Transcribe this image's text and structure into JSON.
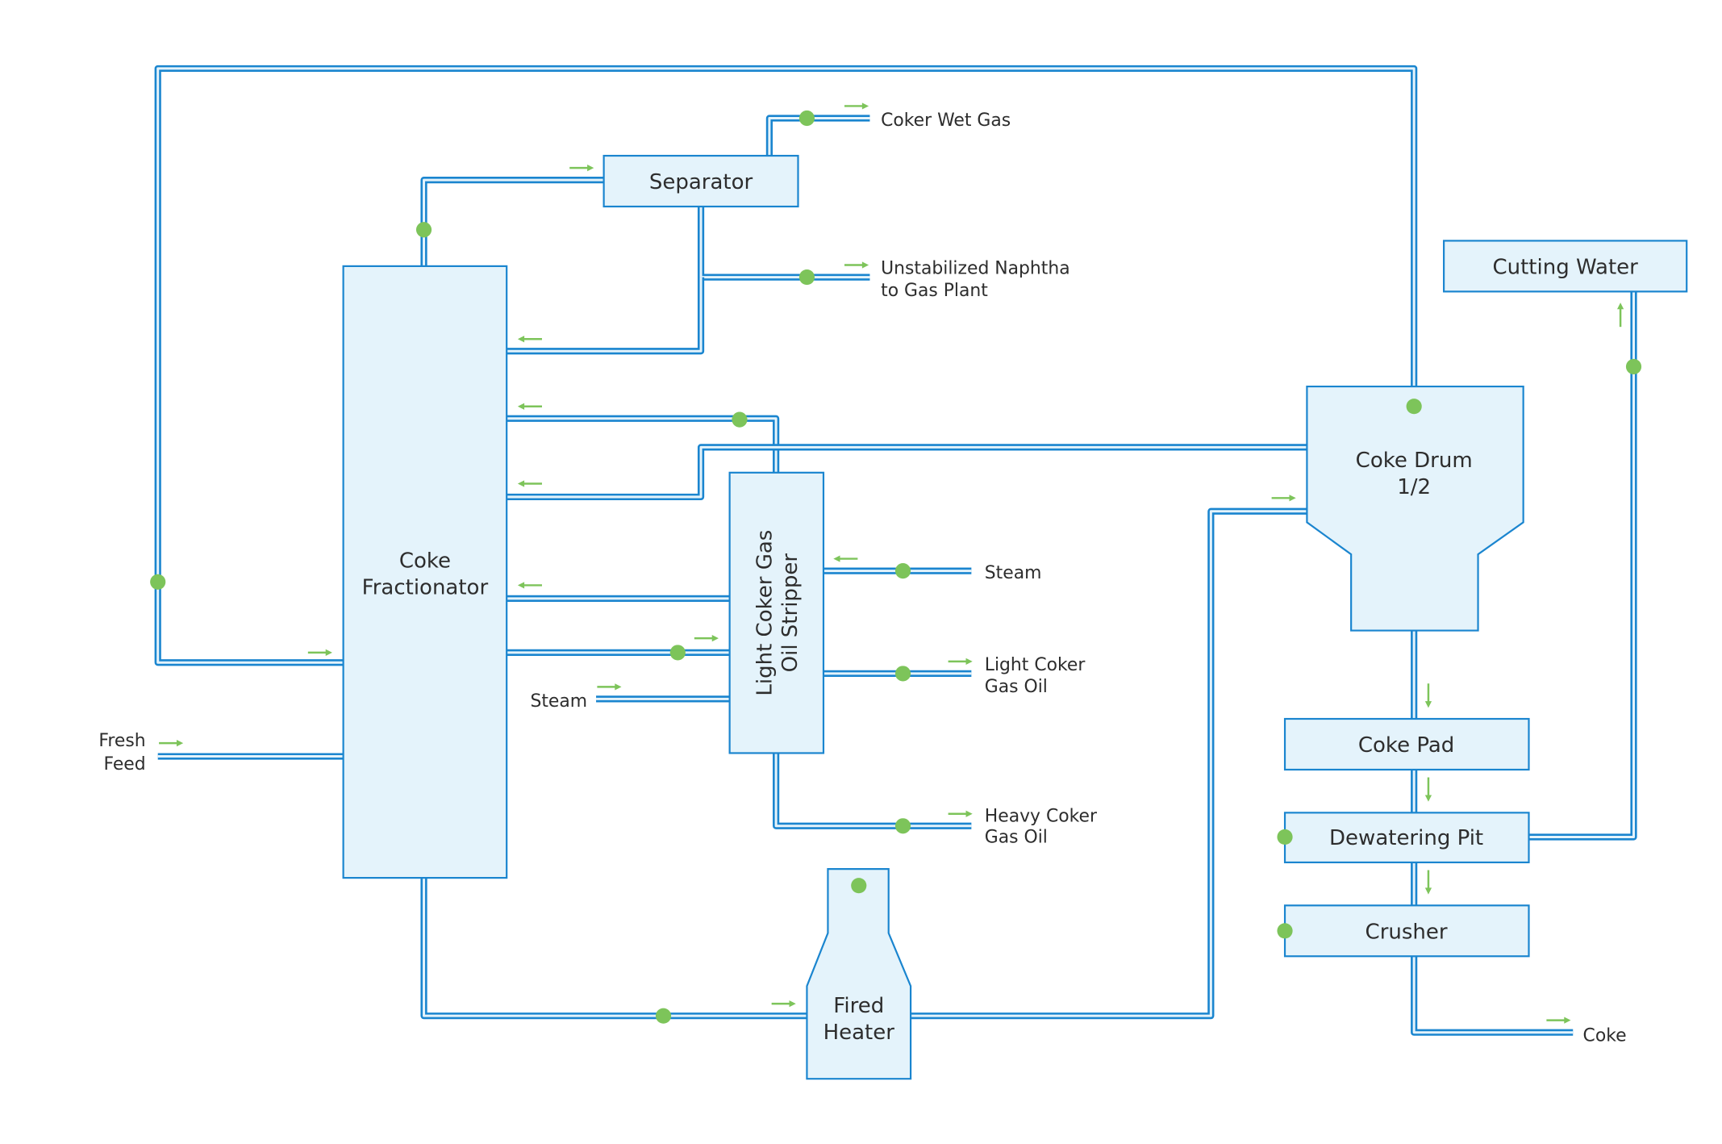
{
  "units": {
    "fractionator": [
      "Coke",
      "Fractionator"
    ],
    "separator": "Separator",
    "stripper": [
      "Light Coker Gas",
      "Oil Stripper"
    ],
    "coke_drum": [
      "Coke Drum",
      "1/2"
    ],
    "fired_heater": [
      "Fired",
      "Heater"
    ],
    "cutting_water": "Cutting Water",
    "coke_pad": "Coke Pad",
    "dewatering_pit": "Dewatering Pit",
    "crusher": "Crusher"
  },
  "streams": {
    "coker_wet_gas": "Coker Wet Gas",
    "naphtha": [
      "Unstabilized Naphtha",
      "to Gas Plant"
    ],
    "steam_stripper": "Steam",
    "steam_fractionator": "Steam",
    "light_coker_gas_oil": [
      "Light Coker",
      "Gas Oil"
    ],
    "heavy_coker_gas_oil": [
      "Heavy Coker",
      "Gas Oil"
    ],
    "fresh_feed": [
      "Fresh",
      "Feed"
    ],
    "coke": "Coke"
  },
  "colors": {
    "pipe": "#1a85cf",
    "unit_fill": "#e4f3fb",
    "flow_marker": "#7dc45a",
    "text": "#2d2d2d"
  }
}
